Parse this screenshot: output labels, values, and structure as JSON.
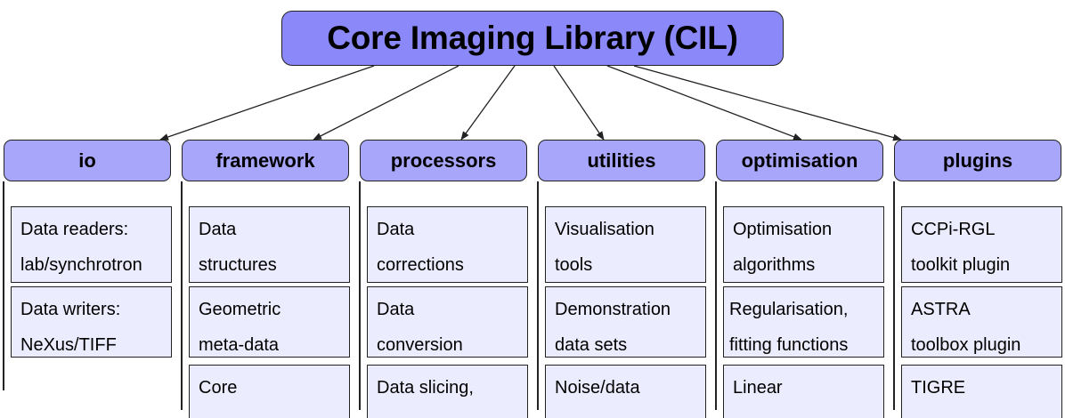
{
  "root": {
    "title": "Core Imaging Library (CIL)"
  },
  "columns": [
    {
      "title": "io",
      "items": [
        "Data readers: lab/synchrotron",
        "Data writers: NeXus/TIFF"
      ]
    },
    {
      "title": "framework",
      "items": [
        "Data structures",
        "Geometric meta-data",
        "Core"
      ]
    },
    {
      "title": "processors",
      "items": [
        "Data corrections",
        "Data conversion",
        "Data slicing,"
      ]
    },
    {
      "title": "utilities",
      "items": [
        "Visualisation tools",
        "Demonstration data sets",
        "Noise/data"
      ]
    },
    {
      "title": "optimisation",
      "items": [
        "Optimisation algorithms",
        "Regularisation, fitting functions",
        "Linear"
      ]
    },
    {
      "title": "plugins",
      "items": [
        "CCPi-RGL toolkit plugin",
        "ASTRA toolbox plugin",
        "TIGRE"
      ]
    }
  ],
  "colors": {
    "root_fill": "#8b88fa",
    "header_fill": "#a8a6fb",
    "leaf_fill": "#ececff",
    "stroke": "#222222"
  }
}
